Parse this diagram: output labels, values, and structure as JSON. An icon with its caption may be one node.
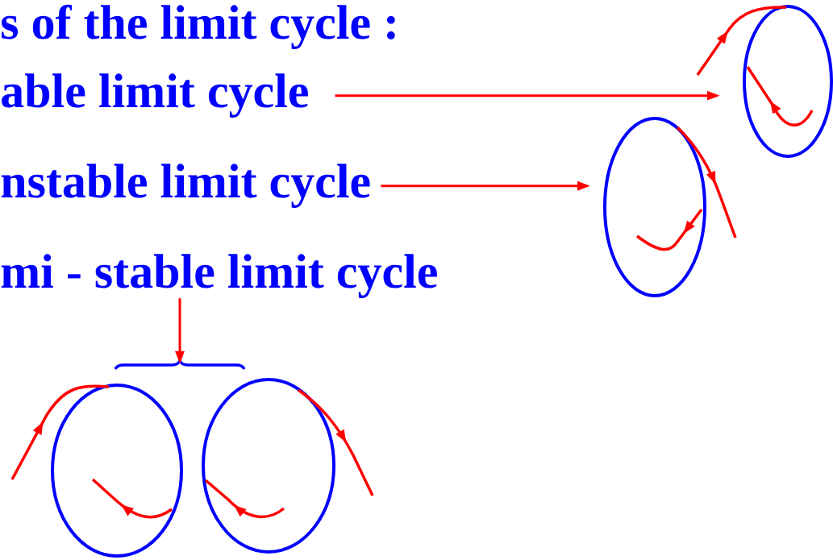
{
  "diagram": {
    "title": "s of the limit cycle :",
    "nodes": [
      {
        "text": [
          "able limit cycle"
        ]
      },
      {
        "text": [],
        "shape": "ellipse"
      },
      {
        "text": [
          "nstable limit cycle"
        ]
      },
      {
        "text": [],
        "shape": "ellipse"
      },
      {
        "text": [
          "mi - stable limit cycle"
        ]
      },
      {
        "text": [],
        "shape": "bracket"
      },
      {
        "text": [],
        "shape": "ellipse"
      },
      {
        "text": [],
        "shape": "ellipse"
      }
    ],
    "edges": [
      {
        "from": 0,
        "to": 1,
        "arrow": "to"
      },
      {
        "from": 2,
        "to": 3,
        "arrow": "to"
      },
      {
        "from": 4,
        "to": 5,
        "arrow": "to"
      }
    ]
  }
}
